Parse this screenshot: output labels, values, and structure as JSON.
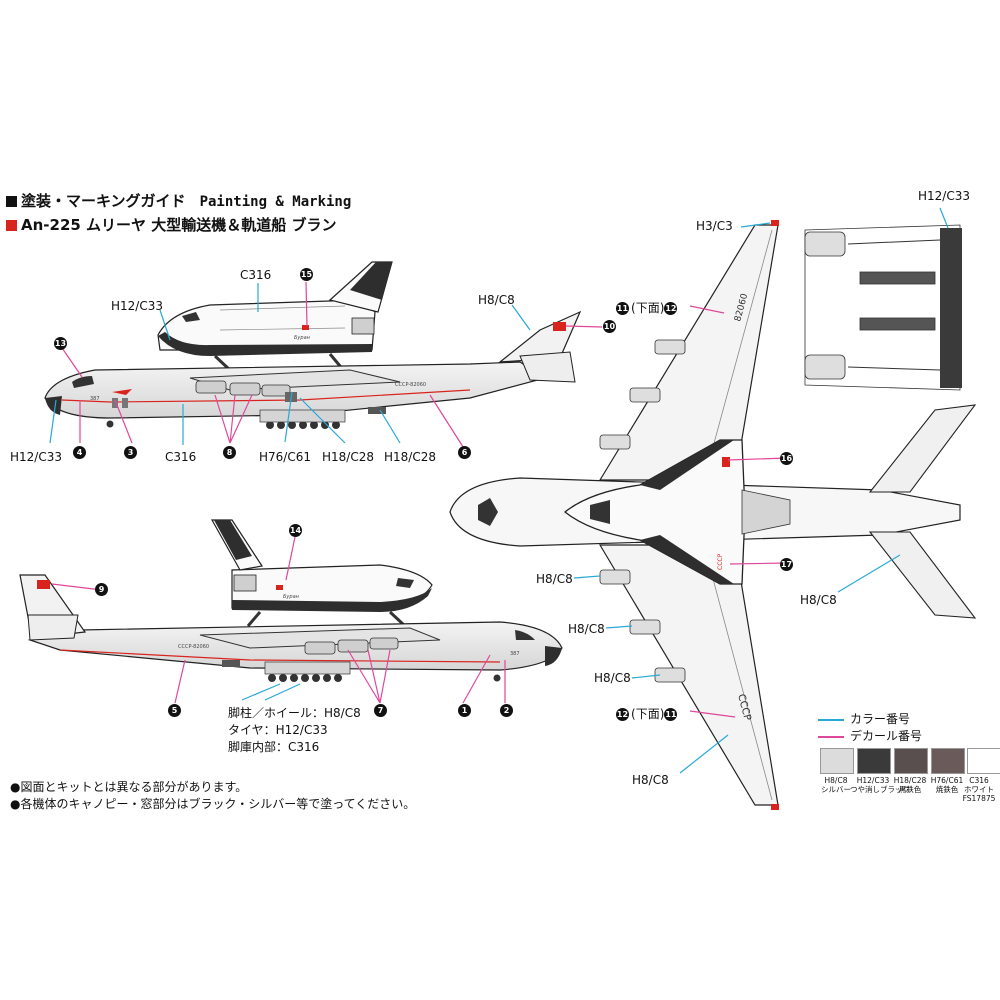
{
  "header": {
    "line1_jp": "塗装・マーキングガイド",
    "line1_en": "Painting & Marking",
    "line2": "An-225 ムリーヤ 大型輸送機＆軌道船 ブラン"
  },
  "colors": {
    "silver": "#dcdcdc",
    "black": "#3a3a3a",
    "iron_black": "#5a4f4f",
    "burnt_iron": "#6a5a5a",
    "white": "#ffffff",
    "color_leader": "#29a9d6",
    "decal_leader": "#e0479a",
    "red": "#d9231d"
  },
  "labels": {
    "top_c316": "C316",
    "top_h12": "H12/C33",
    "top_h8_tail": "H8/C8",
    "top_h12_nose": "H12/C33",
    "top_c316_belly": "C316",
    "top_h76": "H76/C61",
    "top_h18_a": "H18/C28",
    "top_h18_b": "H18/C28",
    "plan_h3": "H3/C3",
    "plan_h12_engine": "H12/C33",
    "plan_h8_a": "H8/C8",
    "plan_h8_b": "H8/C8",
    "plan_h8_c": "H8/C8",
    "plan_h8_tail": "H8/C8",
    "plan_h8_wingtip": "H8/C8",
    "plan_11_12_top": "下面",
    "plan_12_11_bottom": "下面",
    "gear_strut": "脚柱／ホイール：H8/C8",
    "gear_tire": "タイヤ：H12/C33",
    "gear_bay": "脚庫内部：C316"
  },
  "badges": {
    "b1": "1",
    "b2": "2",
    "b3": "3",
    "b4": "4",
    "b5": "5",
    "b6": "6",
    "b7": "7",
    "b8": "8",
    "b9": "9",
    "b10": "10",
    "b11": "11",
    "b12": "12",
    "b13": "13",
    "b14": "14",
    "b15": "15",
    "b16": "16",
    "b17": "17"
  },
  "aircraft_text": {
    "top_reg": "CCCP-82060",
    "bottom_reg": "CCCP-82060",
    "buran": "Буран",
    "nose_num": "387",
    "plan_82060": "82060",
    "plan_cccp": "CCCP",
    "plan_cccp_shuttle": "CCCP"
  },
  "notes": {
    "n1": "●図面とキットとは異なる部分があります。",
    "n2": "●各機体のキャノピー・窓部分はブラック・シルバー等で塗ってください。"
  },
  "legend": {
    "color_num": "カラー番号",
    "decal_num": "デカール番号"
  },
  "swatches": [
    {
      "code": "H8/C8",
      "name": "シルバー",
      "color": "#dcdcdc"
    },
    {
      "code": "H12/C33",
      "name": "つや消しブラック",
      "color": "#3a3a3a"
    },
    {
      "code": "H18/C28",
      "name": "黒鉄色",
      "color": "#5a4f4f"
    },
    {
      "code": "H76/C61",
      "name": "焼鉄色",
      "color": "#6a5a5a"
    },
    {
      "code": "C316",
      "name": "ホワイト",
      "color": "#ffffff"
    }
  ],
  "fs_code": "FS17875"
}
